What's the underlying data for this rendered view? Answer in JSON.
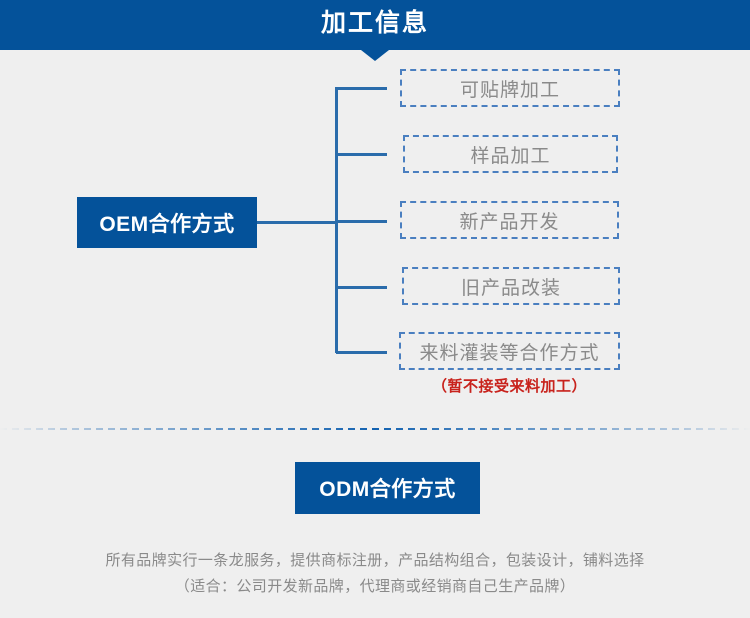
{
  "header": {
    "title": "加工信息",
    "background_color": "#04529a",
    "text_color": "#ffffff"
  },
  "page": {
    "background_color": "#efefef",
    "accent_color": "#04529a",
    "connector_color": "#2a6cab",
    "dashed_border_color": "#4a7fc0",
    "muted_text_color": "#8a8a8a",
    "warning_color": "#c8221c"
  },
  "oem_section": {
    "node_label": "OEM合作方式",
    "items": [
      {
        "label": "可贴牌加工"
      },
      {
        "label": "样品加工"
      },
      {
        "label": "新产品开发"
      },
      {
        "label": "旧产品改装"
      },
      {
        "label": "来料灌装等合作方式"
      }
    ],
    "note": "（暂不接受来料加工）"
  },
  "odm_section": {
    "node_label": "ODM合作方式",
    "description_line_1": "所有品牌实行一条龙服务，提供商标注册，产品结构组合，包装设计，铺料选择",
    "description_line_2": "（适合：公司开发新品牌，代理商或经销商自己生产品牌）"
  }
}
